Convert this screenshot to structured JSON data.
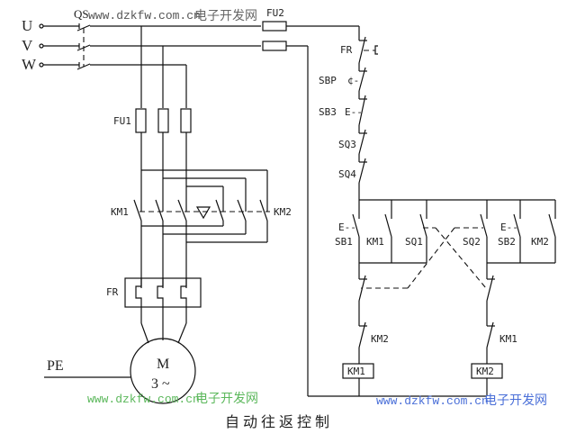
{
  "title": "自动往返控制",
  "phases": [
    "U",
    "V",
    "W"
  ],
  "ground_label": "PE",
  "motor": {
    "symbol": "M",
    "type": "3 ~"
  },
  "labels": {
    "main_switch": "QS",
    "control_fuse": "FU2",
    "main_fuse": "FU1",
    "thermal_relay_main": "FR",
    "contactor_forward": "KM1",
    "contactor_reverse": "KM2",
    "thermal_relay_contact": "FR",
    "stop_button_p": "SBP",
    "stop_button": "SB3",
    "limit_sq3": "SQ3",
    "limit_sq4": "SQ4",
    "start_forward": "SB1",
    "hold_km1": "KM1",
    "limit_sq1": "SQ1",
    "limit_sq2": "SQ2",
    "start_reverse": "SB2",
    "hold_km2": "KM2",
    "interlock_left": "KM2",
    "interlock_right": "KM1",
    "coil_left": "KM1",
    "coil_right": "KM2"
  },
  "watermarks": {
    "url": "www.dzkfw.com.cn",
    "site": "电子开发网"
  },
  "colors": {
    "line": "#111111",
    "watermark_blue": "#4a6fd8",
    "watermark_green": "#5cb85c"
  }
}
